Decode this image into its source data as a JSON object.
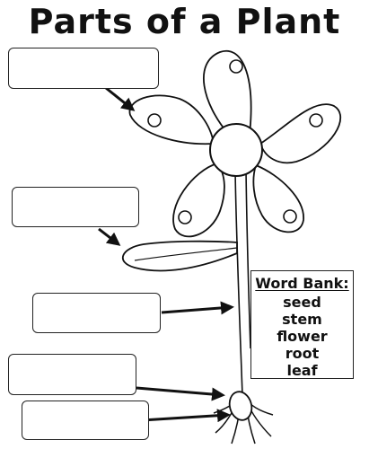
{
  "title": "Parts of a Plant",
  "word_bank": {
    "heading": "Word Bank:",
    "words": [
      "seed",
      "stem",
      "flower",
      "root",
      "leaf"
    ]
  },
  "label_boxes": [
    {
      "answer": ""
    },
    {
      "answer": ""
    },
    {
      "answer": ""
    },
    {
      "answer": ""
    },
    {
      "answer": ""
    }
  ]
}
